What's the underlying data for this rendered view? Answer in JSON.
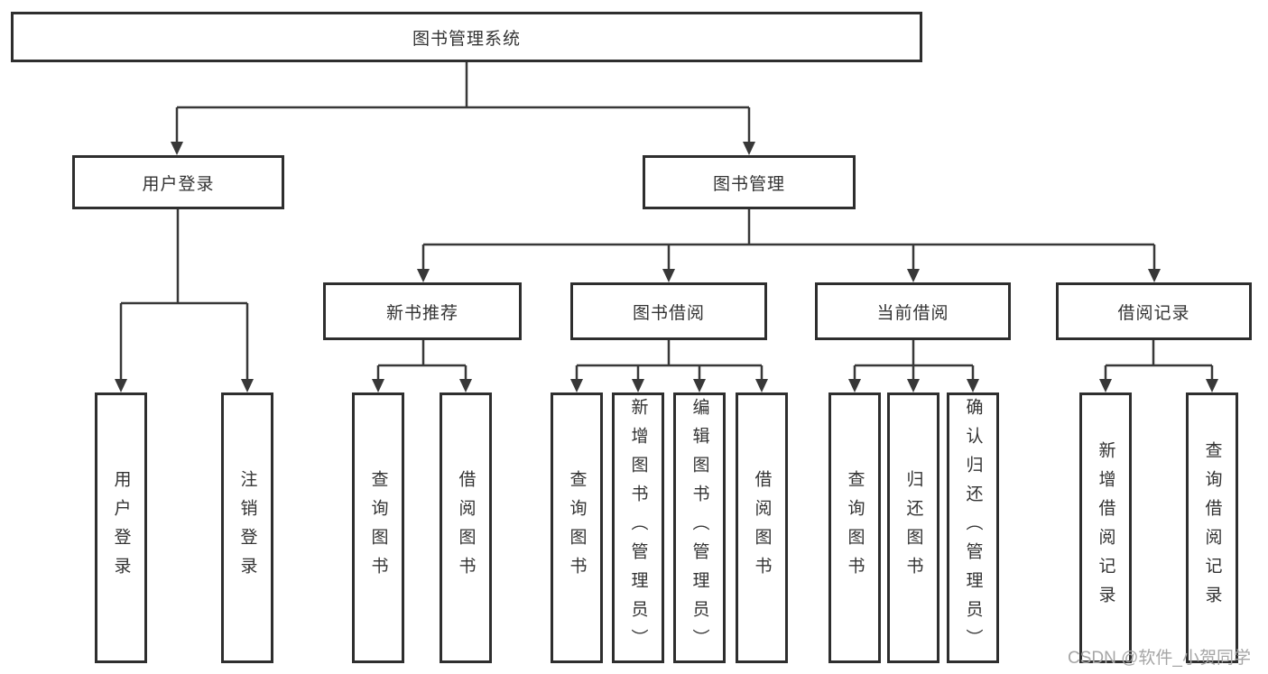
{
  "diagram": {
    "root": {
      "label": "图书管理系统"
    },
    "user_login": {
      "label": "用户登录",
      "children": [
        "用户登录",
        "注销登录"
      ]
    },
    "book_management": {
      "label": "图书管理"
    },
    "new_book_recommend": {
      "label": "新书推荐",
      "children": [
        "查询图书",
        "借阅图书"
      ]
    },
    "book_borrow": {
      "label": "图书借阅",
      "children": [
        "查询图书",
        "新增图书（管理员）",
        "编辑图书（管理员）",
        "借阅图书"
      ]
    },
    "current_borrow": {
      "label": "当前借阅",
      "children": [
        "查询图书",
        "归还图书",
        "确认归还（管理员）"
      ]
    },
    "borrow_records": {
      "label": "借阅记录",
      "children": [
        "新增借阅记录",
        "查询借阅记录"
      ]
    }
  },
  "watermark": {
    "text": "CSDN @软件_小贺同学"
  },
  "colors": {
    "line": "#383838",
    "border": "#2e2e2e",
    "text": "#333333",
    "watermark": "#a6a6a6",
    "background": "#ffffff"
  }
}
